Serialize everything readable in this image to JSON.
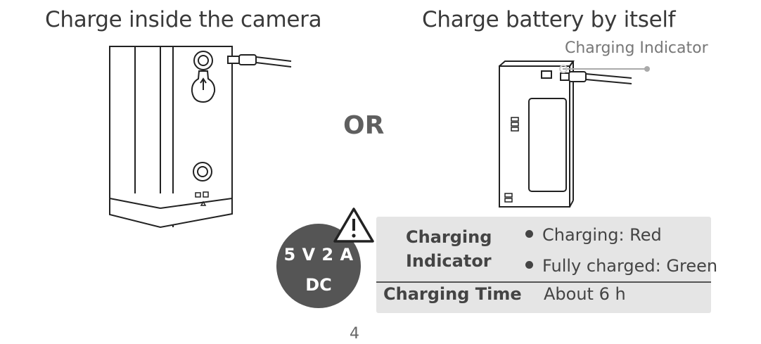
{
  "titles": {
    "left": "Charge inside the camera",
    "right": "Charge battery by itself"
  },
  "callout": "Charging Indicator",
  "or_text": "OR",
  "badge": {
    "voltage": "5 V 2 A",
    "type": "DC"
  },
  "table": {
    "indicator_label": [
      "Charging",
      "Indicator"
    ],
    "statuses": [
      "Charging: Red",
      "Fully charged: Green"
    ],
    "time_label": "Charging Time",
    "time_value": "About 6 h"
  },
  "page_number": "4",
  "colors": {
    "badge": "#555555",
    "table_bg": "#e5e5e5",
    "or": "#5f5f5f"
  }
}
